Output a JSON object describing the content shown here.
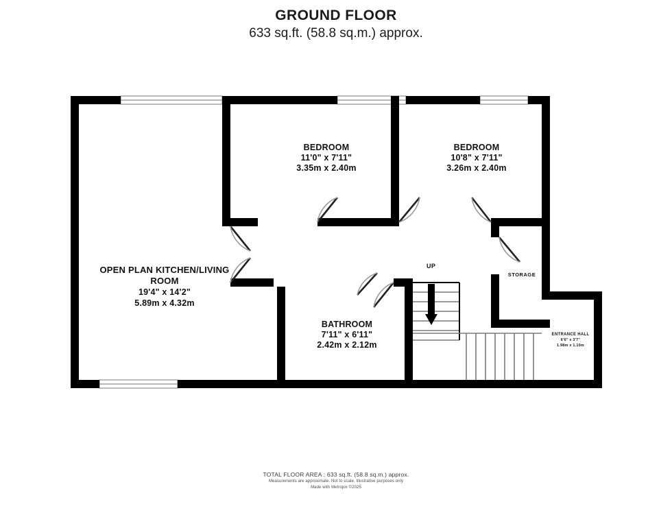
{
  "header": {
    "title": "GROUND FLOOR",
    "subtitle": "633 sq.ft. (58.8 sq.m.) approx."
  },
  "rooms": [
    {
      "key": "bedroom_1",
      "name": "BEDROOM",
      "dim_imperial": "11'0\"  x 7'11\"",
      "dim_metric": "3.35m  x 2.40m"
    },
    {
      "key": "bedroom_2",
      "name": "BEDROOM",
      "dim_imperial": "10'8\"  x 7'11\"",
      "dim_metric": "3.26m  x 2.40m"
    },
    {
      "key": "kitchen_living",
      "name": "OPEN PLAN KITCHEN/LIVING ROOM",
      "dim_imperial": "19'4\"  x 14'2\"",
      "dim_metric": "5.89m  x 4.32m"
    },
    {
      "key": "bathroom",
      "name": "BATHROOM",
      "dim_imperial": "7'11\"  x 6'11\"",
      "dim_metric": "2.42m  x 2.12m"
    },
    {
      "key": "storage",
      "name": "STORAGE",
      "dim_imperial": "",
      "dim_metric": ""
    },
    {
      "key": "entrance_hall",
      "name": "ENTRANCE HALL",
      "dim_imperial": "6'6\"  x 3'7\"",
      "dim_metric": "1.98m  x 1.10m"
    }
  ],
  "annotations": {
    "stairs_direction": "UP"
  },
  "footer": {
    "total_area": "TOTAL FLOOR AREA : 633 sq.ft. (58.8 sq.m.) approx.",
    "disclaimer": "Measurements are approximate.  Not to scale.  Illustrative purposes only",
    "credit": "Made with Metropix ©2025"
  },
  "colors": {
    "wall": "#000000",
    "window": "#8c8c8c",
    "door_arc": "#9a9a9a",
    "stair_tread": "#7a7a7a",
    "background": "#ffffff",
    "text": "#111111"
  }
}
